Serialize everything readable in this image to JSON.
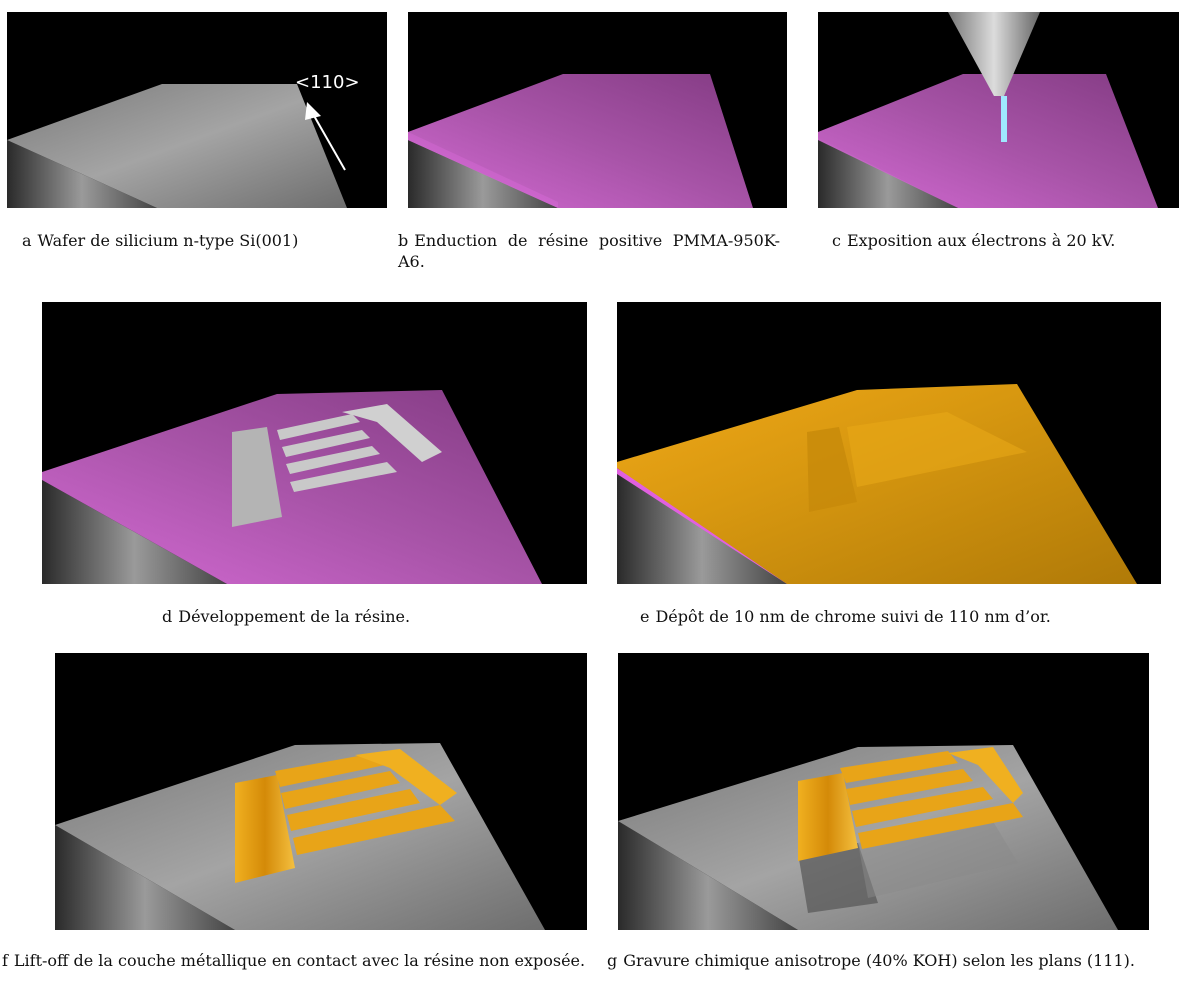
{
  "panels": [
    {
      "label": "a",
      "caption": "Wafer de silicium n-type Si(001)"
    },
    {
      "label": "b",
      "caption": "Enduction de résine positive PMMA-950K-A6."
    },
    {
      "label": "c",
      "caption": "Exposition aux électrons à 20 kV."
    },
    {
      "label": "d",
      "caption": "Développement de la résine."
    },
    {
      "label": "e",
      "caption": "Dépôt de 10 nm de chrome suivi de 110 nm d’or."
    },
    {
      "label": "f",
      "caption": "Lift-off de la couche métallique en contact avec la résine non exposée."
    },
    {
      "label": "g",
      "caption": "Gravure chimique anisotrope (40% KOH) selon les plans (111)."
    }
  ],
  "annotations": {
    "crystal_direction": "<110>"
  },
  "colors": {
    "background": "#000000",
    "silicon": "#8c8c8c",
    "resist": "#c050c0",
    "gold": "#e0a010",
    "electron_beam": "#9fe8ff"
  }
}
